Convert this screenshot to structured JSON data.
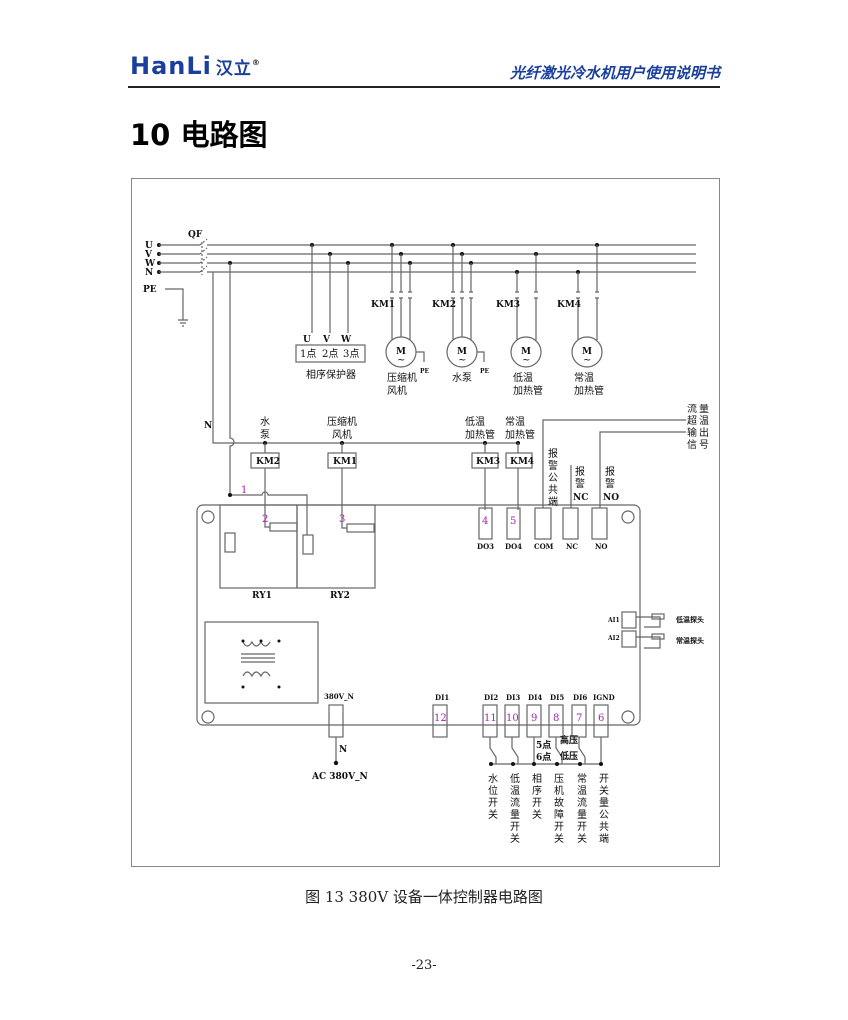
{
  "header": {
    "logo_text": "HanLi",
    "logo_cn": "汉立",
    "logo_mark": "®",
    "doc_title": "光纤激光冷水机用户使用说明书"
  },
  "section_title": "10 电路图",
  "diagram": {
    "phases": [
      "U",
      "V",
      "W",
      "N"
    ],
    "pe": "PE",
    "breaker": "QF",
    "phase_protector": {
      "inputs": [
        "U",
        "V",
        "W"
      ],
      "points": [
        "1点",
        "2点",
        "3点"
      ],
      "label": "相序保护器"
    },
    "contactors": [
      {
        "name": "KM1",
        "load": [
          "压缩机",
          "风机"
        ]
      },
      {
        "name": "KM2",
        "load": [
          "水泵"
        ]
      },
      {
        "name": "KM3",
        "load": [
          "低温",
          "加热管"
        ]
      },
      {
        "name": "KM4",
        "load": [
          "常温",
          "加热管"
        ]
      }
    ],
    "motor": "M",
    "motor_sub": "~",
    "pe_small": "PE",
    "control_n": "N",
    "coil_labels": [
      {
        "top": "水",
        "bottom": "泵"
      },
      {
        "top": "压缩机",
        "bottom": "风机"
      },
      {
        "top": "低温",
        "bottom": "加热管"
      },
      {
        "top": "常温",
        "bottom": "加热管"
      }
    ],
    "wire_numbers": [
      "1",
      "2",
      "3"
    ],
    "relays": [
      "RY1",
      "RY2"
    ],
    "outputs": [
      {
        "num": "4",
        "label": "DO3"
      },
      {
        "num": "5",
        "label": "DO4"
      },
      {
        "num": "",
        "label": "COM"
      },
      {
        "num": "",
        "label": "NC"
      },
      {
        "num": "",
        "label": "NO"
      }
    ],
    "alarm_labels": {
      "com": "报警公共端",
      "nc": "报警",
      "nc2": "NC",
      "no": "报警",
      "no2": "NO"
    },
    "signal_label": "流量超温输出信号",
    "analog": [
      {
        "name": "AI1",
        "probe": "低温探头"
      },
      {
        "name": "AI2",
        "probe": "常温探头"
      }
    ],
    "power_terminal": "380V_N",
    "power_n": "N",
    "power_label": "AC  380V_N",
    "inputs": [
      {
        "name": "DI1",
        "num": "12"
      },
      {
        "name": "DI2",
        "num": "11"
      },
      {
        "name": "DI3",
        "num": "10"
      },
      {
        "name": "DI4",
        "num": "9"
      },
      {
        "name": "DI5",
        "num": "8"
      },
      {
        "name": "DI6",
        "num": "7"
      },
      {
        "name": "IGND",
        "num": "6"
      }
    ],
    "switch_notes": {
      "p5": "5点",
      "p6": "6点",
      "high": "高压",
      "low": "低压"
    },
    "switch_labels": [
      "水位开关",
      "低温流量开关",
      "相序开关",
      "压机故障开关",
      "常温流量开关",
      "开关量公共端"
    ]
  },
  "caption": "图 13  380V 设备一体控制器电路图",
  "page_number": "-23-"
}
